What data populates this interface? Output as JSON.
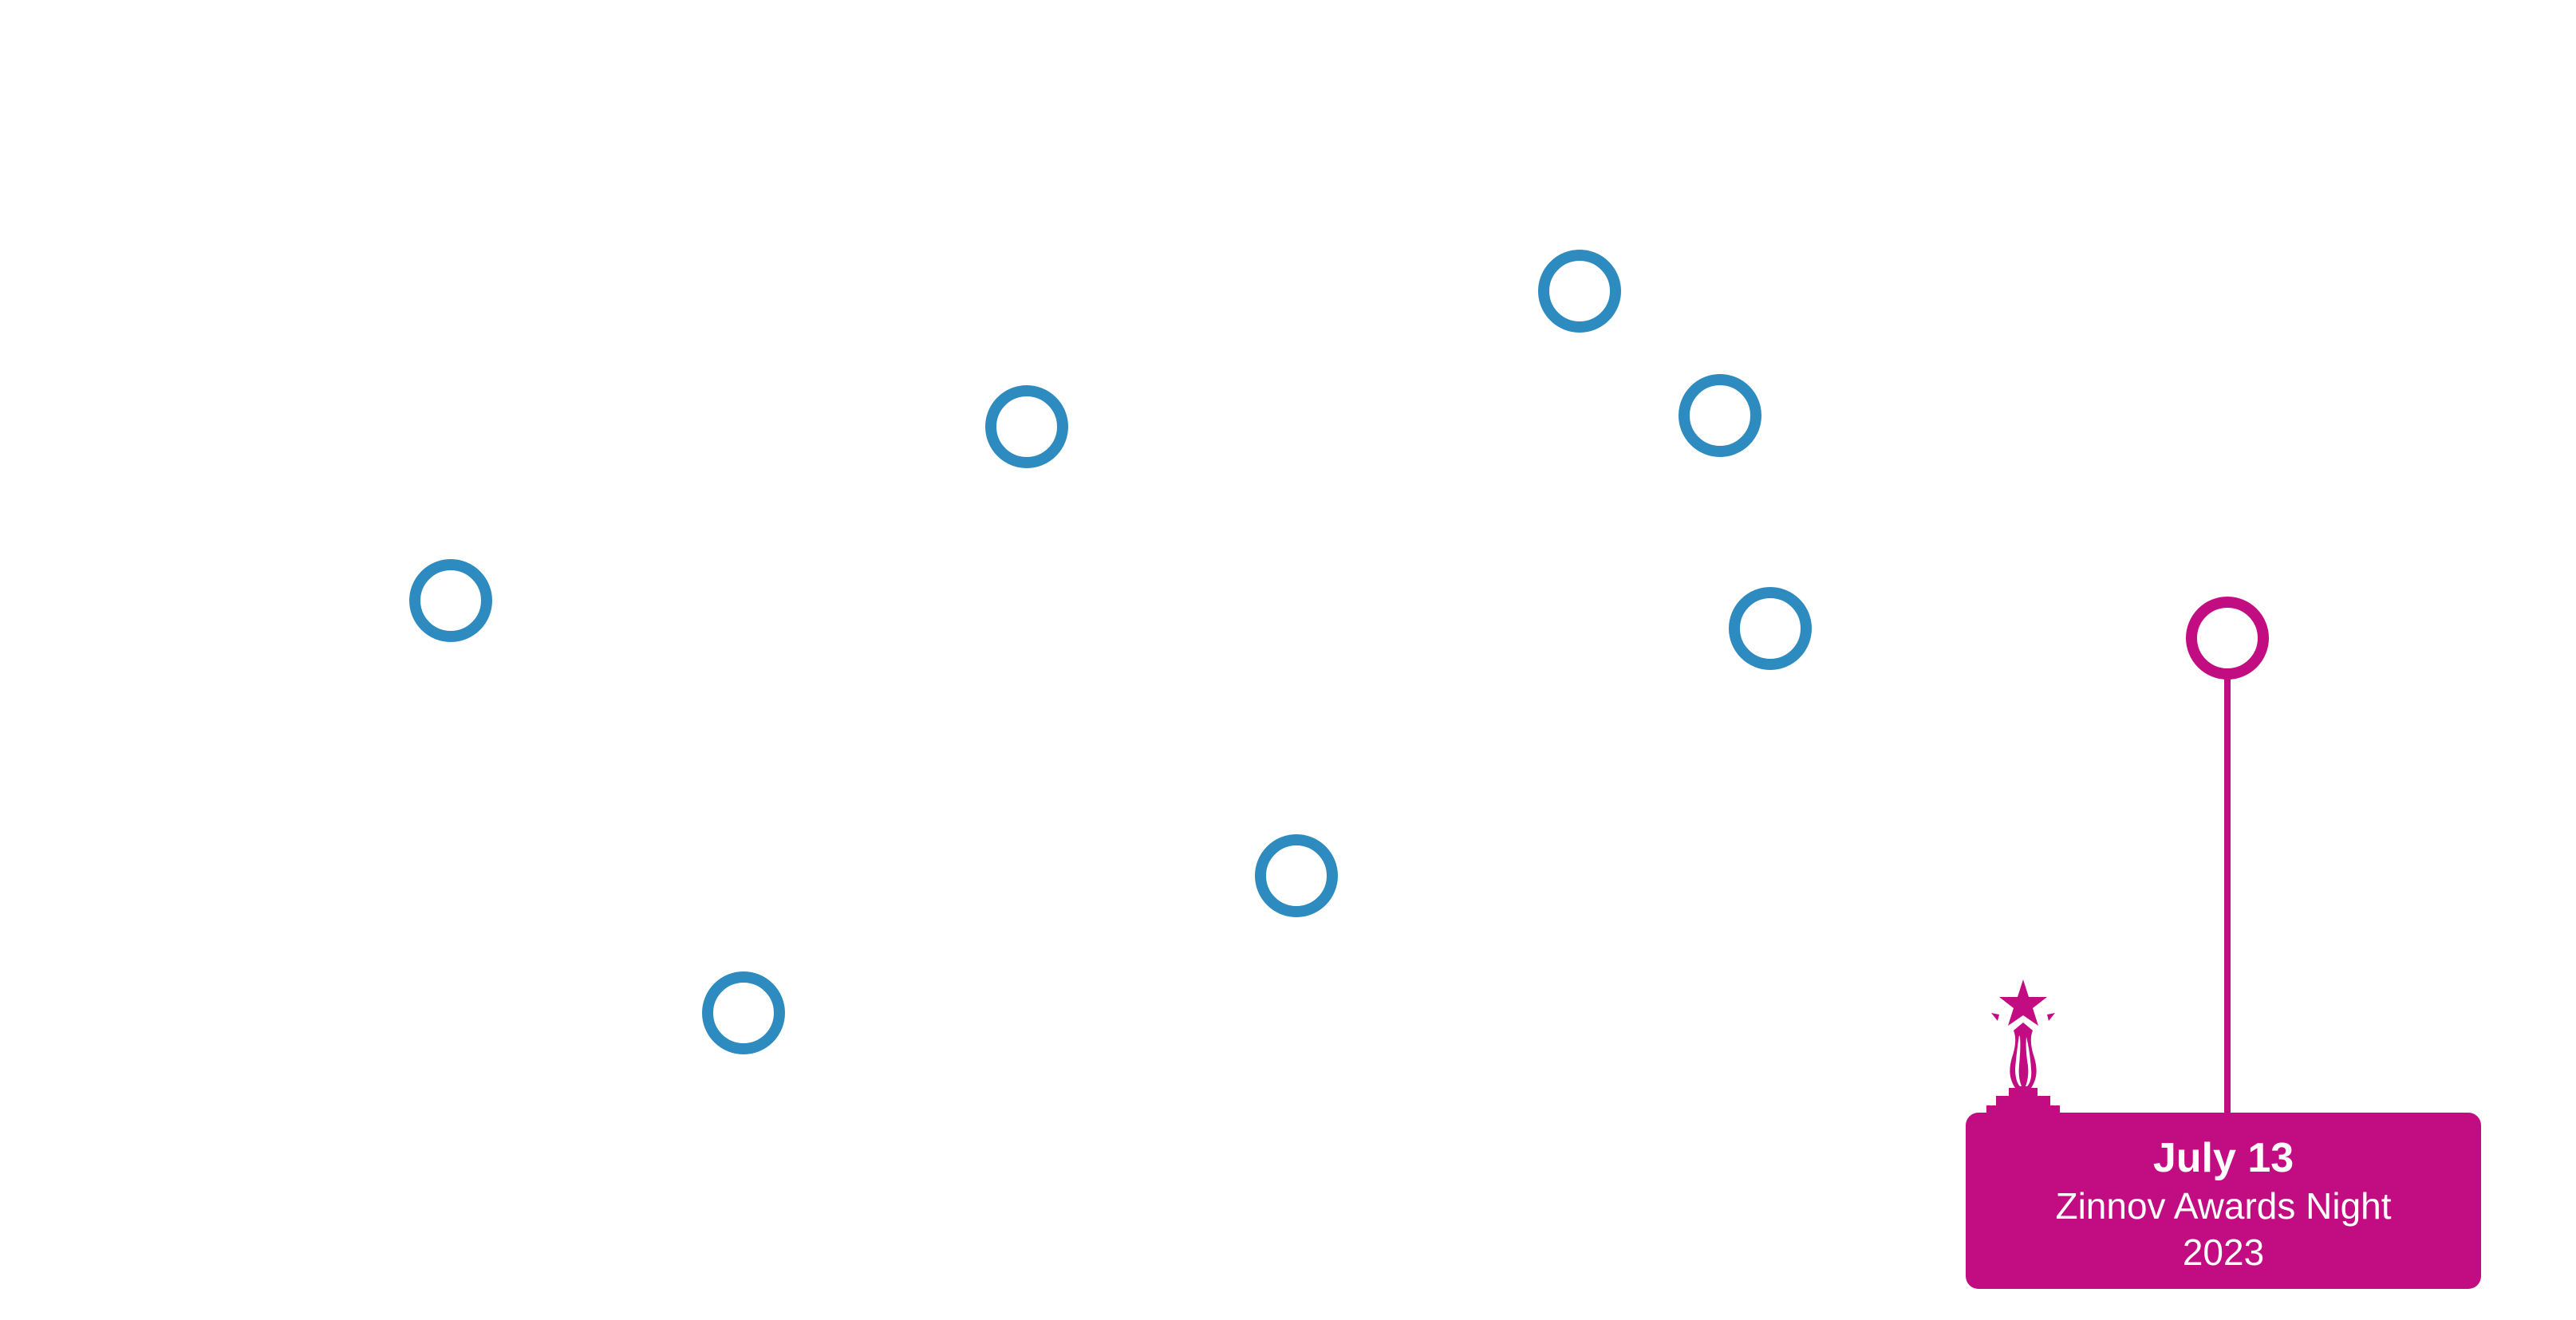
{
  "timeline": {
    "node_color": "#2e8bc0",
    "highlight_color": "#c20c82",
    "nodes": [
      {
        "id": "node-1",
        "state": "default"
      },
      {
        "id": "node-2",
        "state": "default"
      },
      {
        "id": "node-3",
        "state": "default"
      },
      {
        "id": "node-4",
        "state": "default"
      },
      {
        "id": "node-5",
        "state": "default"
      },
      {
        "id": "node-6",
        "state": "default"
      },
      {
        "id": "node-7",
        "state": "default"
      },
      {
        "id": "node-8",
        "state": "default"
      },
      {
        "id": "node-9",
        "state": "selected"
      }
    ]
  },
  "event_card": {
    "date": "July 13",
    "title": "Zinnov Awards Night 2023",
    "icon": "trophy-icon",
    "background": "#c20c82"
  }
}
